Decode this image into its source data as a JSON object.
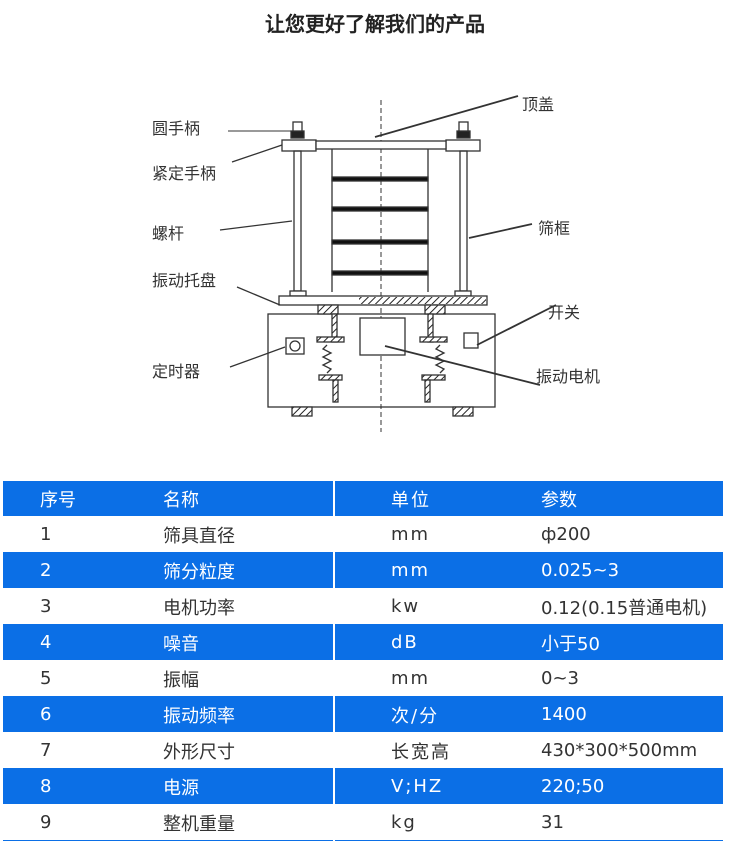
{
  "title": "让您更好了解我们的产品",
  "diagram": {
    "labels": {
      "round_handle": "圆手柄",
      "tight_handle": "紧定手柄",
      "screw": "螺杆",
      "tray": "振动托盘",
      "timer": "定时器",
      "top_cover": "顶盖",
      "sieve_frame": "筛框",
      "switch": "开关",
      "motor": "振动电机"
    }
  },
  "table": {
    "headers": [
      "序号",
      "名称",
      "单位",
      "参数"
    ],
    "rows": [
      [
        "1",
        "筛具直径",
        "mm",
        "ф200"
      ],
      [
        "2",
        "筛分粒度",
        "mm",
        "0.025~3"
      ],
      [
        "3",
        "电机功率",
        "kw",
        "0.12(0.15普通电机)"
      ],
      [
        "4",
        "噪音",
        "dB",
        "小于50"
      ],
      [
        "5",
        "振幅",
        "mm",
        "0~3"
      ],
      [
        "6",
        "振动频率",
        "次/分",
        "1400"
      ],
      [
        "7",
        "外形尺寸",
        "长宽高",
        "430*300*500mm"
      ],
      [
        "8",
        "电源",
        "V;HZ",
        "220;50"
      ],
      [
        "9",
        "整机重量",
        "kg",
        "31"
      ]
    ]
  },
  "colors": {
    "header_blue": "#0b6fe6"
  }
}
